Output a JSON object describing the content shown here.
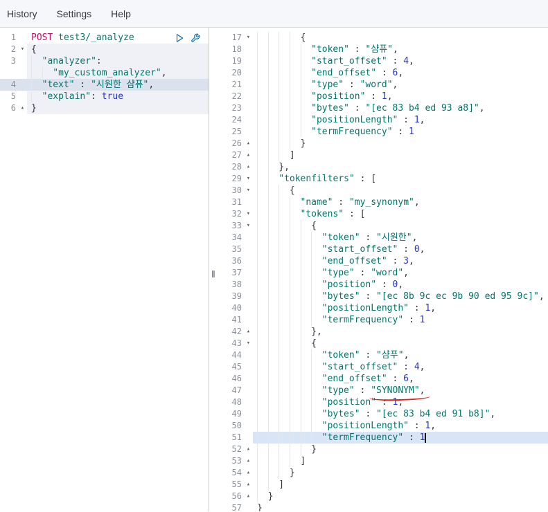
{
  "topbar": {
    "items": [
      {
        "label": "History"
      },
      {
        "label": "Settings"
      },
      {
        "label": "Help"
      }
    ]
  },
  "divider": {
    "handle_glyph": "‖"
  },
  "colors": {
    "accent_blue": "#006BB4",
    "method_magenta": "#C80A68",
    "string_teal": "#00756C",
    "number_blue": "#2433CF",
    "annotation_red": "#DD1F1A",
    "request_block_bg": "#EFF1F6",
    "active_line_left": "#DBE1ED",
    "active_line_right": "#D7E5F7"
  },
  "icons": {
    "play_icon": "send-request",
    "wrench_icon": "request-options"
  },
  "left_editor": {
    "rows": [
      {
        "n": "1",
        "s": [
          [
            "m",
            "POST"
          ],
          [
            "p",
            " "
          ],
          [
            "u",
            "test3/_analyze"
          ]
        ]
      },
      {
        "n": "2",
        "f": "d",
        "r": true,
        "s": [
          [
            "p",
            "{"
          ]
        ]
      },
      {
        "n": "3",
        "r": true,
        "i": 1,
        "s": [
          [
            "k",
            "\"analyzer\""
          ],
          [
            "p",
            ":"
          ]
        ]
      },
      {
        "n": "",
        "r": true,
        "i": 2,
        "s": [
          [
            "s",
            "\"my_custom_analyzer\""
          ],
          [
            "p",
            ","
          ]
        ]
      },
      {
        "n": "4",
        "r": true,
        "a": true,
        "i": 1,
        "s": [
          [
            "k",
            "\"text\""
          ],
          [
            "p",
            " : "
          ],
          [
            "s",
            "\"시원한 샴퓨\""
          ],
          [
            "p",
            ","
          ]
        ]
      },
      {
        "n": "5",
        "r": true,
        "i": 1,
        "s": [
          [
            "k",
            "\"explain\""
          ],
          [
            "p",
            ": "
          ],
          [
            "b",
            "true"
          ]
        ]
      },
      {
        "n": "6",
        "f": "u",
        "r": true,
        "s": [
          [
            "p",
            "}"
          ]
        ]
      }
    ]
  },
  "right_editor": {
    "rows": [
      {
        "n": "17",
        "f": "d",
        "i": 4,
        "s": [
          [
            "p",
            "{"
          ]
        ]
      },
      {
        "n": "18",
        "i": 5,
        "s": [
          [
            "k",
            "\"token\""
          ],
          [
            "p",
            " : "
          ],
          [
            "s",
            "\"샴퓨\""
          ],
          [
            "p",
            ","
          ]
        ]
      },
      {
        "n": "19",
        "i": 5,
        "s": [
          [
            "k",
            "\"start_offset\""
          ],
          [
            "p",
            " : "
          ],
          [
            "d",
            "4"
          ],
          [
            "p",
            ","
          ]
        ]
      },
      {
        "n": "20",
        "i": 5,
        "s": [
          [
            "k",
            "\"end_offset\""
          ],
          [
            "p",
            " : "
          ],
          [
            "d",
            "6"
          ],
          [
            "p",
            ","
          ]
        ]
      },
      {
        "n": "21",
        "i": 5,
        "s": [
          [
            "k",
            "\"type\""
          ],
          [
            "p",
            " : "
          ],
          [
            "s",
            "\"word\""
          ],
          [
            "p",
            ","
          ]
        ]
      },
      {
        "n": "22",
        "i": 5,
        "s": [
          [
            "k",
            "\"position\""
          ],
          [
            "p",
            " : "
          ],
          [
            "d",
            "1"
          ],
          [
            "p",
            ","
          ]
        ]
      },
      {
        "n": "23",
        "i": 5,
        "s": [
          [
            "k",
            "\"bytes\""
          ],
          [
            "p",
            " : "
          ],
          [
            "s",
            "\"[ec 83 b4 ed 93 a8]\""
          ],
          [
            "p",
            ","
          ]
        ]
      },
      {
        "n": "24",
        "i": 5,
        "s": [
          [
            "k",
            "\"positionLength\""
          ],
          [
            "p",
            " : "
          ],
          [
            "d",
            "1"
          ],
          [
            "p",
            ","
          ]
        ]
      },
      {
        "n": "25",
        "i": 5,
        "s": [
          [
            "k",
            "\"termFrequency\""
          ],
          [
            "p",
            " : "
          ],
          [
            "d",
            "1"
          ]
        ]
      },
      {
        "n": "26",
        "f": "u",
        "i": 4,
        "s": [
          [
            "p",
            "}"
          ]
        ]
      },
      {
        "n": "27",
        "f": "u",
        "i": 3,
        "s": [
          [
            "p",
            "]"
          ]
        ]
      },
      {
        "n": "28",
        "f": "u",
        "i": 2,
        "s": [
          [
            "p",
            "},"
          ]
        ]
      },
      {
        "n": "29",
        "f": "d",
        "i": 2,
        "s": [
          [
            "k",
            "\"tokenfilters\""
          ],
          [
            "p",
            " : ["
          ]
        ]
      },
      {
        "n": "30",
        "f": "d",
        "i": 3,
        "s": [
          [
            "p",
            "{"
          ]
        ]
      },
      {
        "n": "31",
        "i": 4,
        "s": [
          [
            "k",
            "\"name\""
          ],
          [
            "p",
            " : "
          ],
          [
            "s",
            "\"my_synonym\""
          ],
          [
            "p",
            ","
          ]
        ]
      },
      {
        "n": "32",
        "f": "d",
        "i": 4,
        "s": [
          [
            "k",
            "\"tokens\""
          ],
          [
            "p",
            " : ["
          ]
        ]
      },
      {
        "n": "33",
        "f": "d",
        "i": 5,
        "s": [
          [
            "p",
            "{"
          ]
        ]
      },
      {
        "n": "34",
        "i": 6,
        "s": [
          [
            "k",
            "\"token\""
          ],
          [
            "p",
            " : "
          ],
          [
            "s",
            "\"시원한\""
          ],
          [
            "p",
            ","
          ]
        ]
      },
      {
        "n": "35",
        "i": 6,
        "s": [
          [
            "k",
            "\"start_offset\""
          ],
          [
            "p",
            " : "
          ],
          [
            "d",
            "0"
          ],
          [
            "p",
            ","
          ]
        ]
      },
      {
        "n": "36",
        "i": 6,
        "s": [
          [
            "k",
            "\"end_offset\""
          ],
          [
            "p",
            " : "
          ],
          [
            "d",
            "3"
          ],
          [
            "p",
            ","
          ]
        ]
      },
      {
        "n": "37",
        "i": 6,
        "s": [
          [
            "k",
            "\"type\""
          ],
          [
            "p",
            " : "
          ],
          [
            "s",
            "\"word\""
          ],
          [
            "p",
            ","
          ]
        ]
      },
      {
        "n": "38",
        "i": 6,
        "s": [
          [
            "k",
            "\"position\""
          ],
          [
            "p",
            " : "
          ],
          [
            "d",
            "0"
          ],
          [
            "p",
            ","
          ]
        ]
      },
      {
        "n": "39",
        "i": 6,
        "s": [
          [
            "k",
            "\"bytes\""
          ],
          [
            "p",
            " : "
          ],
          [
            "s",
            "\"[ec 8b 9c ec 9b 90 ed 95 9c]\""
          ],
          [
            "p",
            ","
          ]
        ]
      },
      {
        "n": "40",
        "i": 6,
        "s": [
          [
            "k",
            "\"positionLength\""
          ],
          [
            "p",
            " : "
          ],
          [
            "d",
            "1"
          ],
          [
            "p",
            ","
          ]
        ]
      },
      {
        "n": "41",
        "i": 6,
        "s": [
          [
            "k",
            "\"termFrequency\""
          ],
          [
            "p",
            " : "
          ],
          [
            "d",
            "1"
          ]
        ]
      },
      {
        "n": "42",
        "f": "u",
        "i": 5,
        "s": [
          [
            "p",
            "},"
          ]
        ]
      },
      {
        "n": "43",
        "f": "d",
        "i": 5,
        "s": [
          [
            "p",
            "{"
          ]
        ]
      },
      {
        "n": "44",
        "i": 6,
        "s": [
          [
            "k",
            "\"token\""
          ],
          [
            "p",
            " : "
          ],
          [
            "s",
            "\"샴푸\""
          ],
          [
            "p",
            ","
          ]
        ]
      },
      {
        "n": "45",
        "i": 6,
        "s": [
          [
            "k",
            "\"start_offset\""
          ],
          [
            "p",
            " : "
          ],
          [
            "d",
            "4"
          ],
          [
            "p",
            ","
          ]
        ]
      },
      {
        "n": "46",
        "i": 6,
        "s": [
          [
            "k",
            "\"end_offset\""
          ],
          [
            "p",
            " : "
          ],
          [
            "d",
            "6"
          ],
          [
            "p",
            ","
          ]
        ]
      },
      {
        "n": "47",
        "i": 6,
        "s": [
          [
            "k",
            "\"type\""
          ],
          [
            "p",
            " : "
          ],
          [
            "s",
            "\"SYNONYM\"",
            "red-underline"
          ],
          [
            "p",
            ","
          ]
        ]
      },
      {
        "n": "48",
        "i": 6,
        "s": [
          [
            "k",
            "\"position\""
          ],
          [
            "p",
            " : "
          ],
          [
            "d",
            "1"
          ],
          [
            "p",
            ","
          ]
        ]
      },
      {
        "n": "49",
        "i": 6,
        "s": [
          [
            "k",
            "\"bytes\""
          ],
          [
            "p",
            " : "
          ],
          [
            "s",
            "\"[ec 83 b4 ed 91 b8]\""
          ],
          [
            "p",
            ","
          ]
        ]
      },
      {
        "n": "50",
        "i": 6,
        "s": [
          [
            "k",
            "\"positionLength\""
          ],
          [
            "p",
            " : "
          ],
          [
            "d",
            "1"
          ],
          [
            "p",
            ","
          ]
        ]
      },
      {
        "n": "51",
        "a": true,
        "c": true,
        "i": 6,
        "s": [
          [
            "k",
            "\"termFrequency\""
          ],
          [
            "p",
            " : "
          ],
          [
            "d",
            "1"
          ]
        ]
      },
      {
        "n": "52",
        "f": "u",
        "i": 5,
        "s": [
          [
            "p",
            "}"
          ]
        ]
      },
      {
        "n": "53",
        "f": "u",
        "i": 4,
        "s": [
          [
            "p",
            "]"
          ]
        ]
      },
      {
        "n": "54",
        "f": "u",
        "i": 3,
        "s": [
          [
            "p",
            "}"
          ]
        ]
      },
      {
        "n": "55",
        "f": "u",
        "i": 2,
        "s": [
          [
            "p",
            "]"
          ]
        ]
      },
      {
        "n": "56",
        "f": "u",
        "i": 1,
        "s": [
          [
            "p",
            "}"
          ]
        ]
      },
      {
        "n": "57",
        "i": 0,
        "s": [
          [
            "p",
            "}"
          ]
        ]
      }
    ]
  }
}
